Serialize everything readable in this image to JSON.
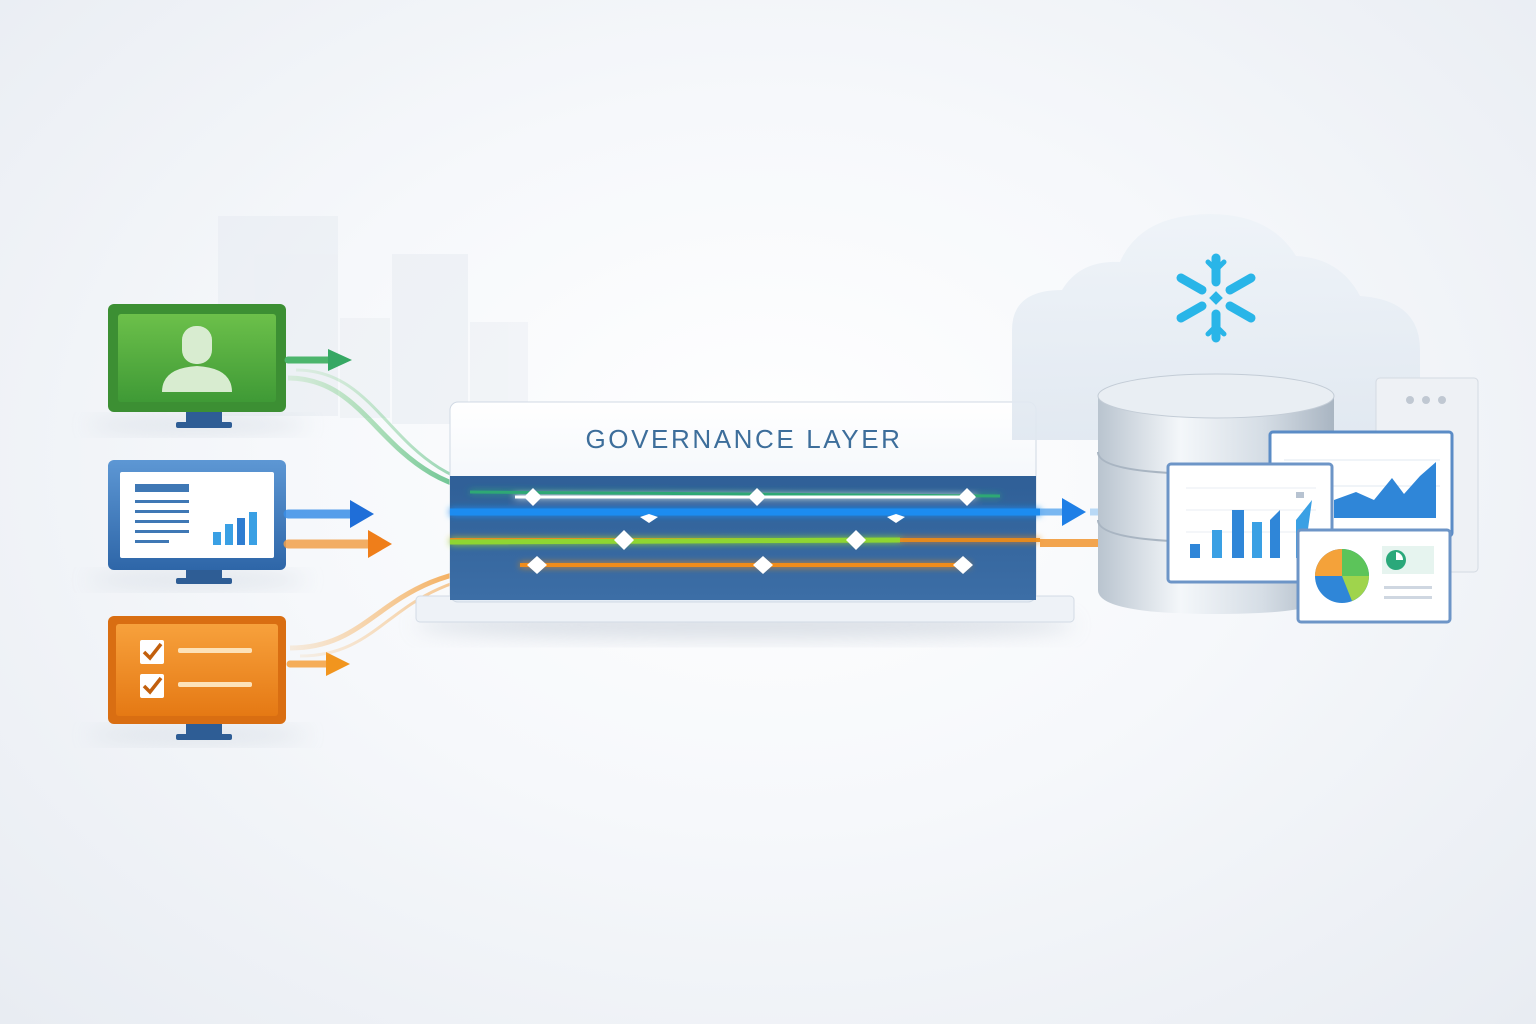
{
  "governance_layer": {
    "title": "GOVERNANCE LAYER"
  },
  "sources": [
    {
      "name": "user-profile-source",
      "color": "#4caf50",
      "icon": "user-icon"
    },
    {
      "name": "report-dashboard-source",
      "color": "#3f78b5",
      "icon": "report-chart-icon"
    },
    {
      "name": "checklist-source",
      "color": "#ee8a1c",
      "icon": "checklist-icon"
    }
  ],
  "flows": [
    {
      "name": "green-flow",
      "color": "#2fa874"
    },
    {
      "name": "blue-flow",
      "color": "#1f7fe6"
    },
    {
      "name": "orange-flow",
      "color": "#f08c1a"
    }
  ],
  "destination": {
    "cloud_icon": "snowflake-icon",
    "snowflake_color": "#29b5e8",
    "database_icon": "database-cylinder-icon",
    "charts": [
      "bar-chart-panel",
      "area-chart-panel",
      "pie-chart-panel"
    ]
  }
}
